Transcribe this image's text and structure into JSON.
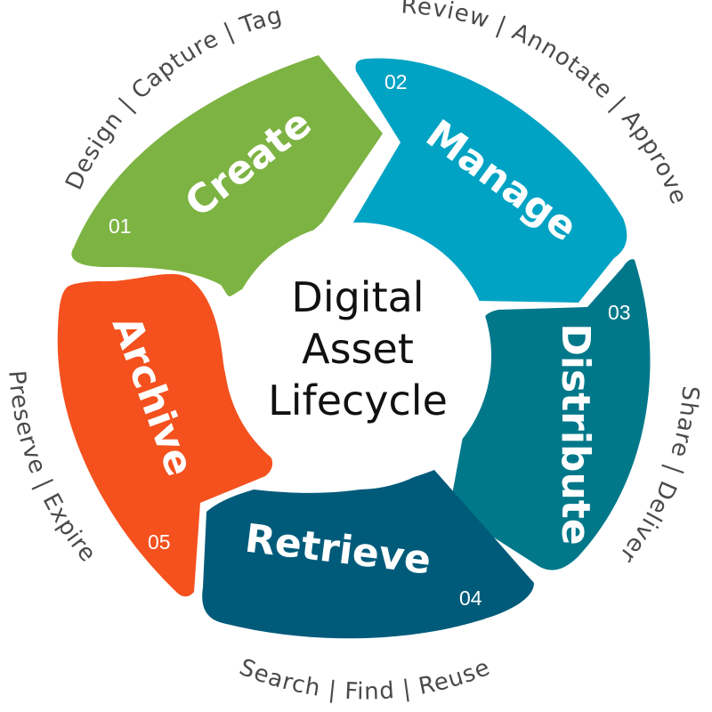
{
  "center": {
    "lines": [
      "Digital",
      "Asset",
      "Lifecycle"
    ]
  },
  "colors": {
    "create": "#7cb342",
    "manage": "#00a3c4",
    "distribute": "#00788a",
    "retrieve": "#005b7a",
    "archive": "#f4511e"
  },
  "stages": [
    {
      "id": "create",
      "number": "01",
      "title": "Create",
      "outer": "Design | Capture | Tag"
    },
    {
      "id": "manage",
      "number": "02",
      "title": "Manage",
      "outer": "Review | Annotate | Approve"
    },
    {
      "id": "distribute",
      "number": "03",
      "title": "Distribute",
      "outer": "Share | Deliver"
    },
    {
      "id": "retrieve",
      "number": "04",
      "title": "Retrieve",
      "outer": "Search | Find | Reuse"
    },
    {
      "id": "archive",
      "number": "05",
      "title": "Archive",
      "outer": "Preserve | Expire"
    }
  ]
}
